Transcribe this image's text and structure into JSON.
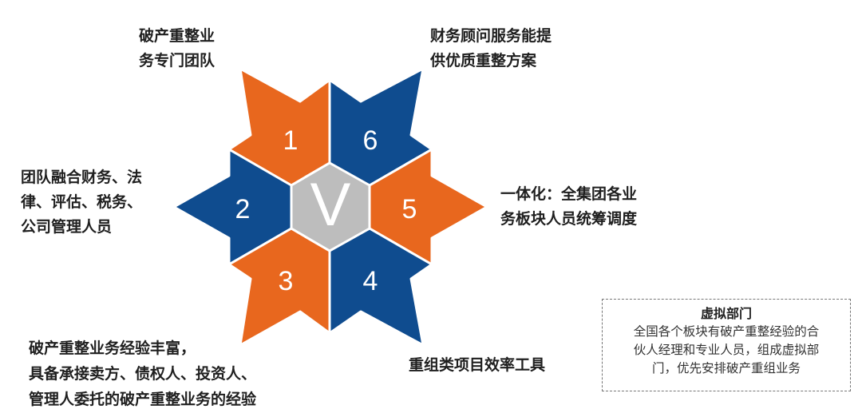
{
  "colors": {
    "orange": "#e8671e",
    "blue": "#0f4c8f",
    "center": "#bdbdbd",
    "text": "#1f1f1f"
  },
  "center": {
    "letter": "V"
  },
  "segments": [
    {
      "number": "1",
      "color": "orange",
      "label_lines": [
        "破产重整业",
        "务专门团队"
      ]
    },
    {
      "number": "2",
      "color": "blue",
      "label_lines": [
        "团队融合财务、法",
        "律、评估、税务、",
        "公司管理人员"
      ]
    },
    {
      "number": "3",
      "color": "orange",
      "label_lines": [
        "破产重整业务经验丰富，",
        "具备承接卖方、债权人、投资人、",
        "管理人委托的破产重整业务的经验"
      ]
    },
    {
      "number": "4",
      "color": "blue",
      "label_lines": [
        "重组类项目效率工具"
      ]
    },
    {
      "number": "5",
      "color": "orange",
      "label_lines": [
        "一体化：全集团各业",
        "务板块人员统筹调度"
      ]
    },
    {
      "number": "6",
      "color": "blue",
      "label_lines": [
        "财务顾问服务能提",
        "供优质重整方案"
      ]
    }
  ],
  "virtual_box": {
    "title": "虚拟部门",
    "lines": [
      "全国各个板块有破产重整经验的合",
      "伙人经理和专业人员，组成虚拟部",
      "门，优先安排破产重组业务"
    ]
  }
}
